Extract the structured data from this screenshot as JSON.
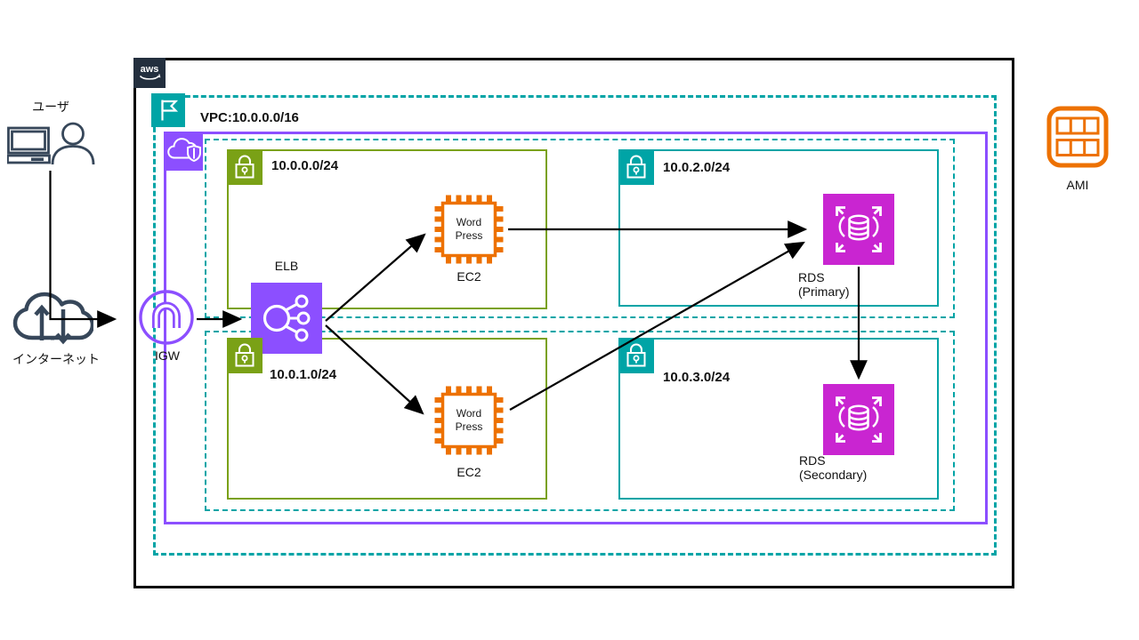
{
  "colors": {
    "outer_border": "#000000",
    "teal": "#00A4A6",
    "green": "#7AA116",
    "purple": "#8C4FFF",
    "magenta": "#C925D1",
    "orange": "#ED7100",
    "navy": "#232F3E",
    "slate": "#37475A"
  },
  "aws_cloud": {
    "logo_text": "aws"
  },
  "vpc": {
    "label": "VPC:10.0.0.0/16"
  },
  "external": {
    "user_label": "ユーザ",
    "internet_label": "インターネット",
    "ami_label": "AMI"
  },
  "igw": {
    "label": "IGW"
  },
  "elb": {
    "label": "ELB"
  },
  "subnets": [
    {
      "cidr": "10.0.0.0/24"
    },
    {
      "cidr": "10.0.2.0/24"
    },
    {
      "cidr": "10.0.1.0/24"
    },
    {
      "cidr": "10.0.3.0/24"
    }
  ],
  "ec2_1": {
    "body_line1": "Word",
    "body_line2": "Press",
    "label": "EC2"
  },
  "ec2_2": {
    "body_line1": "Word",
    "body_line2": "Press",
    "label": "EC2"
  },
  "rds_primary": {
    "line1": "RDS",
    "line2": "(Primary)"
  },
  "rds_secondary": {
    "line1": "RDS",
    "line2": "(Secondary)"
  },
  "icons": {
    "user": "user-computer-icon",
    "internet": "cloud-arrows-icon",
    "igw": "internet-gateway-icon",
    "vpc": "flag-icon",
    "security": "cloud-shield-icon",
    "subnet": "lock-icon",
    "elb": "load-balancer-icon",
    "ec2": "chip-icon",
    "rds": "database-multiaz-icon",
    "ami": "grid-icon",
    "aws": "aws-logo"
  }
}
